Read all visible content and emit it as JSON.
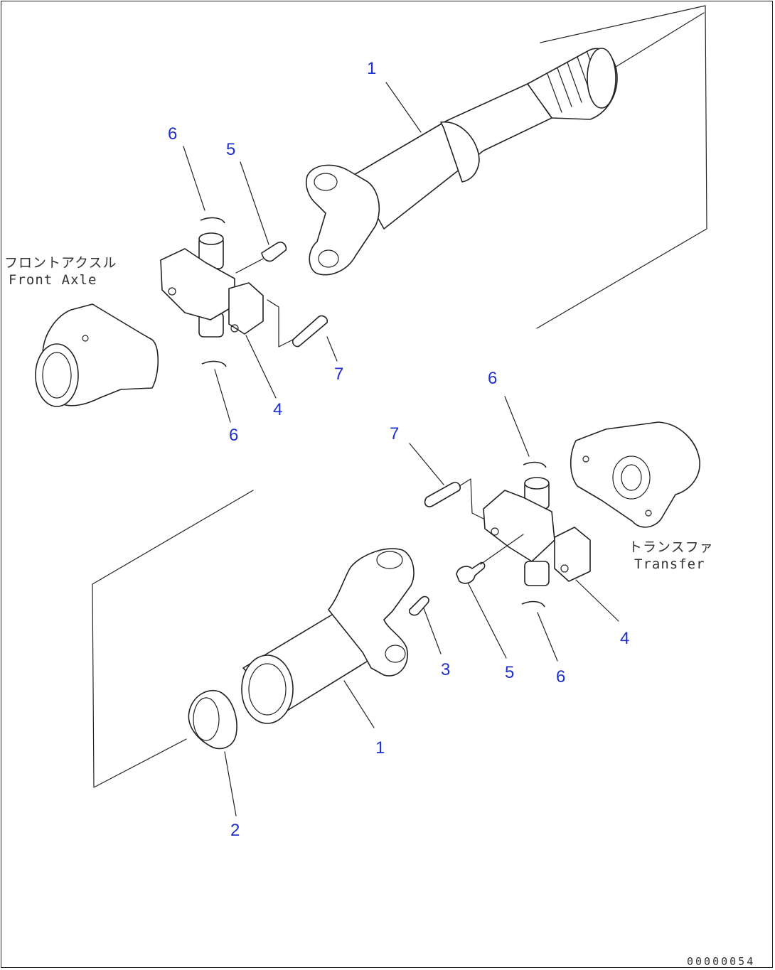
{
  "callouts": {
    "c1_top": "1",
    "c6_top_left": "6",
    "c5_top_left": "5",
    "c7_top_left": "7",
    "c4_top_left": "4",
    "c6_bottom_left": "6",
    "c6_top_right": "6",
    "c7_right": "7",
    "c4_right": "4",
    "c3": "3",
    "c5_right": "5",
    "c6_bottom_right": "6",
    "c1_bottom": "1",
    "c2": "2"
  },
  "labels": {
    "front_axle_jp": "フロントアクスル",
    "front_axle_en": "Front Axle",
    "transfer_jp": "トランスファ",
    "transfer_en": "Transfer"
  },
  "drawing_code": "00000054"
}
